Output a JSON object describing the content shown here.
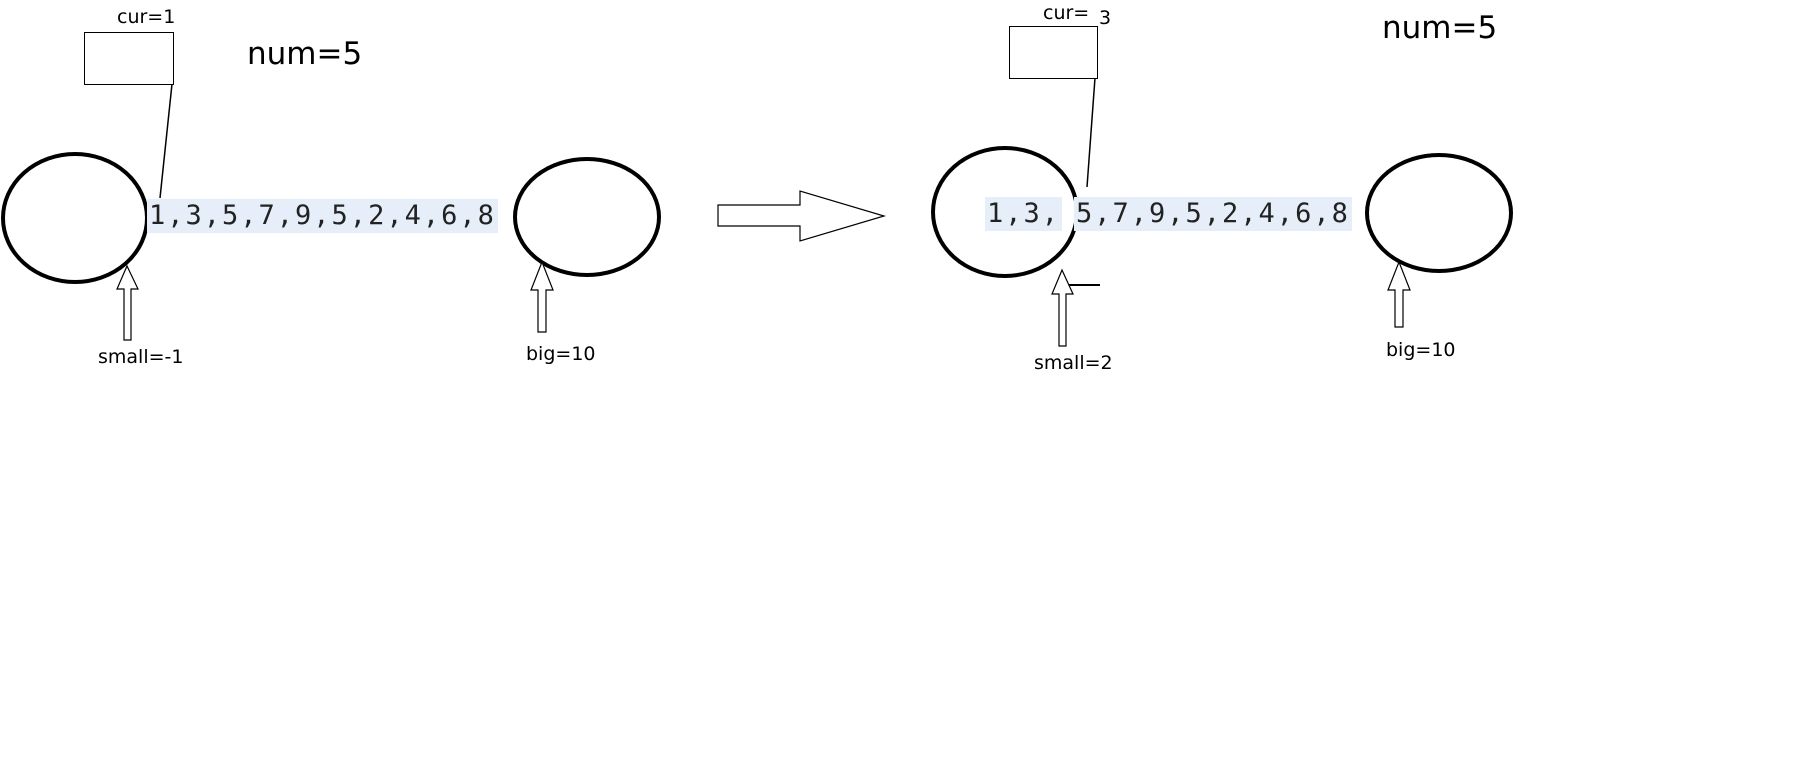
{
  "before": {
    "cur_label": "cur=1",
    "num_label": "num=5",
    "sequence": "1,3,5,7,9,5,2,4,6,8",
    "small_label": "small=-1",
    "big_label": "big=10"
  },
  "after": {
    "cur_label": "cur=",
    "cur_value": "3",
    "num_label": "num=5",
    "sequence_left": "1,3,",
    "sequence_right": "5,7,9,5,2,4,6,8",
    "small_label": "small=2",
    "big_label": "big=10"
  }
}
